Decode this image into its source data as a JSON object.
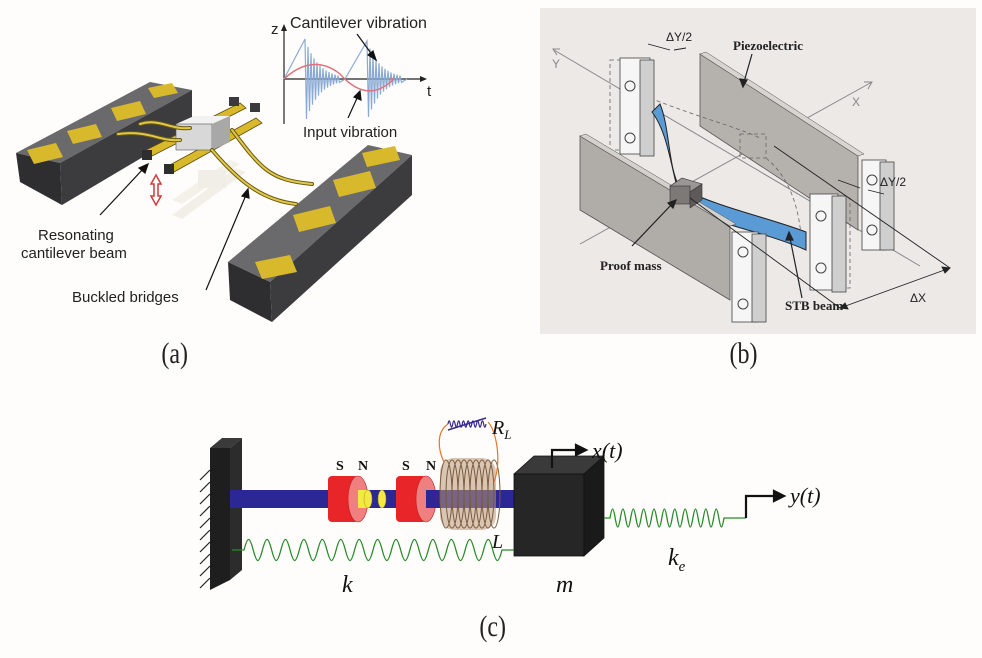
{
  "figure": {
    "panels": [
      {
        "id": "a",
        "caption": "(a)",
        "description": "Buckled-bridge MEMS energy harvester with resonating cantilever",
        "labels": {
          "cantilever_vibration": "Cantilever vibration",
          "input_vibration": "Input vibration",
          "resonating_line1": "Resonating",
          "resonating_line2": "cantilever beam",
          "buckled_bridges": "Buckled bridges",
          "axis_z": "z",
          "axis_t": "t"
        },
        "colors": {
          "platform": "#4a4a4c",
          "pad": "#d9b92c",
          "input_wave": "#e0707a",
          "cantilever_wave": "#8aaad4",
          "arrow": "#d23a3a"
        }
      },
      {
        "id": "b",
        "caption": "(b)",
        "description": "Piezoelectric STB beam harvester with proof mass",
        "labels": {
          "piezoelectric": "Piezoelectric",
          "proof_mass": "Proof mass",
          "stb_beam": "STB beam",
          "delta_y_half_top": "ΔY/2",
          "delta_y_half_right": "ΔY/2",
          "delta_x": "ΔX",
          "axis_x": "X",
          "axis_y": "Y"
        },
        "colors": {
          "background": "#ece9e6",
          "beam": "#5b9bd5",
          "plate": "#b5b1ad"
        }
      },
      {
        "id": "c",
        "caption": "(c)",
        "description": "Electromagnetic harvester lumped model with magnets, coil and springs",
        "labels": {
          "magnet1_s": "S",
          "magnet1_n": "N",
          "magnet2_s": "S",
          "magnet2_n": "N",
          "resistor": "R",
          "resistor_sub": "L",
          "inductor": "L",
          "displacement_x": "x(t)",
          "displacement_y": "y(t)",
          "spring_k": "k",
          "spring_ke": "k",
          "spring_ke_sub": "e",
          "mass": "m"
        },
        "colors": {
          "rod": "#2b2896",
          "magnet": "#e8262a",
          "magnet_face": "#f08080",
          "core": "#f4e842",
          "spring": "#2a8a2a",
          "mass": "#262626",
          "coil": "#8b6a4a",
          "wire": "#e8742a"
        }
      }
    ]
  }
}
